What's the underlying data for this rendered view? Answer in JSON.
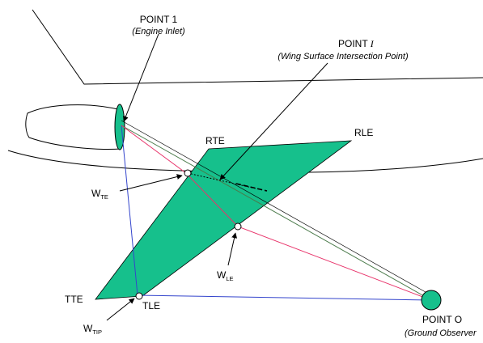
{
  "colors": {
    "wing_fill": "#16c08c",
    "line_black": "#000000",
    "line_blue": "#3344cc",
    "line_pink": "#e8336a",
    "line_green": "#4a7a4a"
  },
  "labels": {
    "point1_title": "POINT 1",
    "point1_sub": "(Engine Inlet)",
    "pointI_title": "POINT",
    "pointI_var": "I",
    "pointI_sub": "(Wing Surface Intersection Point)",
    "rte": "RTE",
    "rle": "RLE",
    "tte": "TTE",
    "tle": "TLE",
    "w_te_main": "W",
    "w_te_sub": "TE",
    "w_le_main": "W",
    "w_le_sub": "LE",
    "w_tip_main": "W",
    "w_tip_sub": "TIP",
    "pointO_title": "POINT O",
    "pointO_sub": "(Ground Observer"
  }
}
